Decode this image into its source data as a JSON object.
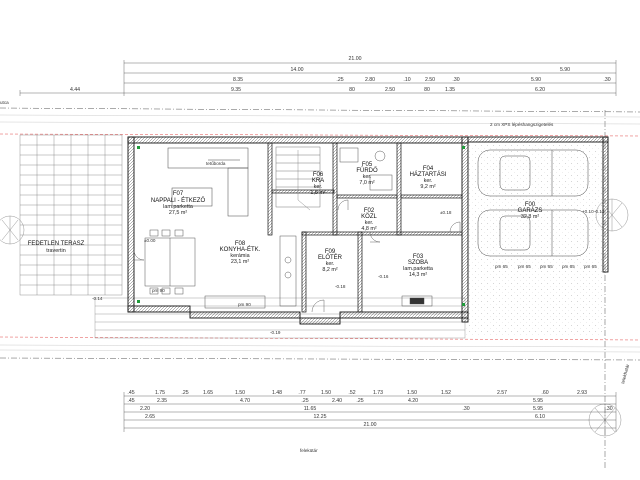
{
  "top_dimensions": {
    "total": "21.00",
    "row1": [
      "14.00",
      "5.90"
    ],
    "row2": [
      "8.35",
      ".25",
      "2.80",
      ".10",
      "2.50",
      ".30",
      "5.90",
      ".30"
    ],
    "row3": [
      "4.44",
      "9.35",
      "80",
      "2.50",
      "80",
      "1.35",
      "6.20"
    ]
  },
  "bottom_dimensions": {
    "total": "21.00",
    "row1": [
      ".45",
      "1.75",
      ".25",
      "1.65",
      "1.50",
      "1.48",
      ".77",
      "1.50",
      ".52",
      "1.73",
      "1.50",
      "1.52",
      "2.57",
      ".60",
      "2.93"
    ],
    "row2": [
      ".45",
      "2.35",
      "4.70",
      ".25",
      "2.40",
      ".25",
      "4.20",
      "5.95"
    ],
    "row3": [
      "2.20",
      "11.65",
      ".30",
      "5.95",
      ".30"
    ],
    "row4": [
      "2.65",
      "12.25",
      "6.10"
    ]
  },
  "rooms": [
    {
      "code": "F07",
      "name": "NAPPALI - ÉTKEZŐ",
      "floor": "lam.parketta",
      "area": "27,5 m²"
    },
    {
      "code": "F08",
      "name": "KONYHA-ÉTK.",
      "floor": "kerámia",
      "area": "23,1 m²"
    },
    {
      "code": "F09",
      "name": "ELŐTÉR",
      "floor": "ker.",
      "area": "8,2 m²"
    },
    {
      "code": "F06",
      "name": "KRA",
      "floor": "ker.",
      "area": "1,8 m²"
    },
    {
      "code": "F05",
      "name": "FÜRDŐ",
      "floor": "ker.",
      "area": "7,0 m²"
    },
    {
      "code": "F02",
      "name": "KÖZL",
      "floor": "ker.",
      "area": "4,8 m²"
    },
    {
      "code": "F04",
      "name": "HÁZTARTÁSI",
      "floor": "ker.",
      "area": "9,2 m²"
    },
    {
      "code": "F03",
      "name": "SZOBA",
      "floor": "lam.parketta",
      "area": "14,3 m²"
    },
    {
      "code": "F00",
      "name": "GARÁZS",
      "floor": "",
      "area": "32,8 m²"
    }
  ],
  "terrace": {
    "name": "FEDETLEN TERASZ",
    "floor": "travertin"
  },
  "annotations": {
    "kitchen_counter": "tetűborda",
    "insulation_note": "2 cm XPS lépéshangszigetelés",
    "street_top": "utca",
    "street_bottom": "felekütár",
    "side": "telekhatár"
  },
  "levels": [
    "±0.00",
    "-0.14",
    "-0.18",
    "-0.19",
    "-0.16",
    "+0.10",
    "-0.12",
    "±0.18"
  ],
  "openings": [
    "pm 90",
    "pm 90",
    "pm 65",
    "pm 65",
    "pm 65",
    "pm 65",
    "pm 65"
  ]
}
